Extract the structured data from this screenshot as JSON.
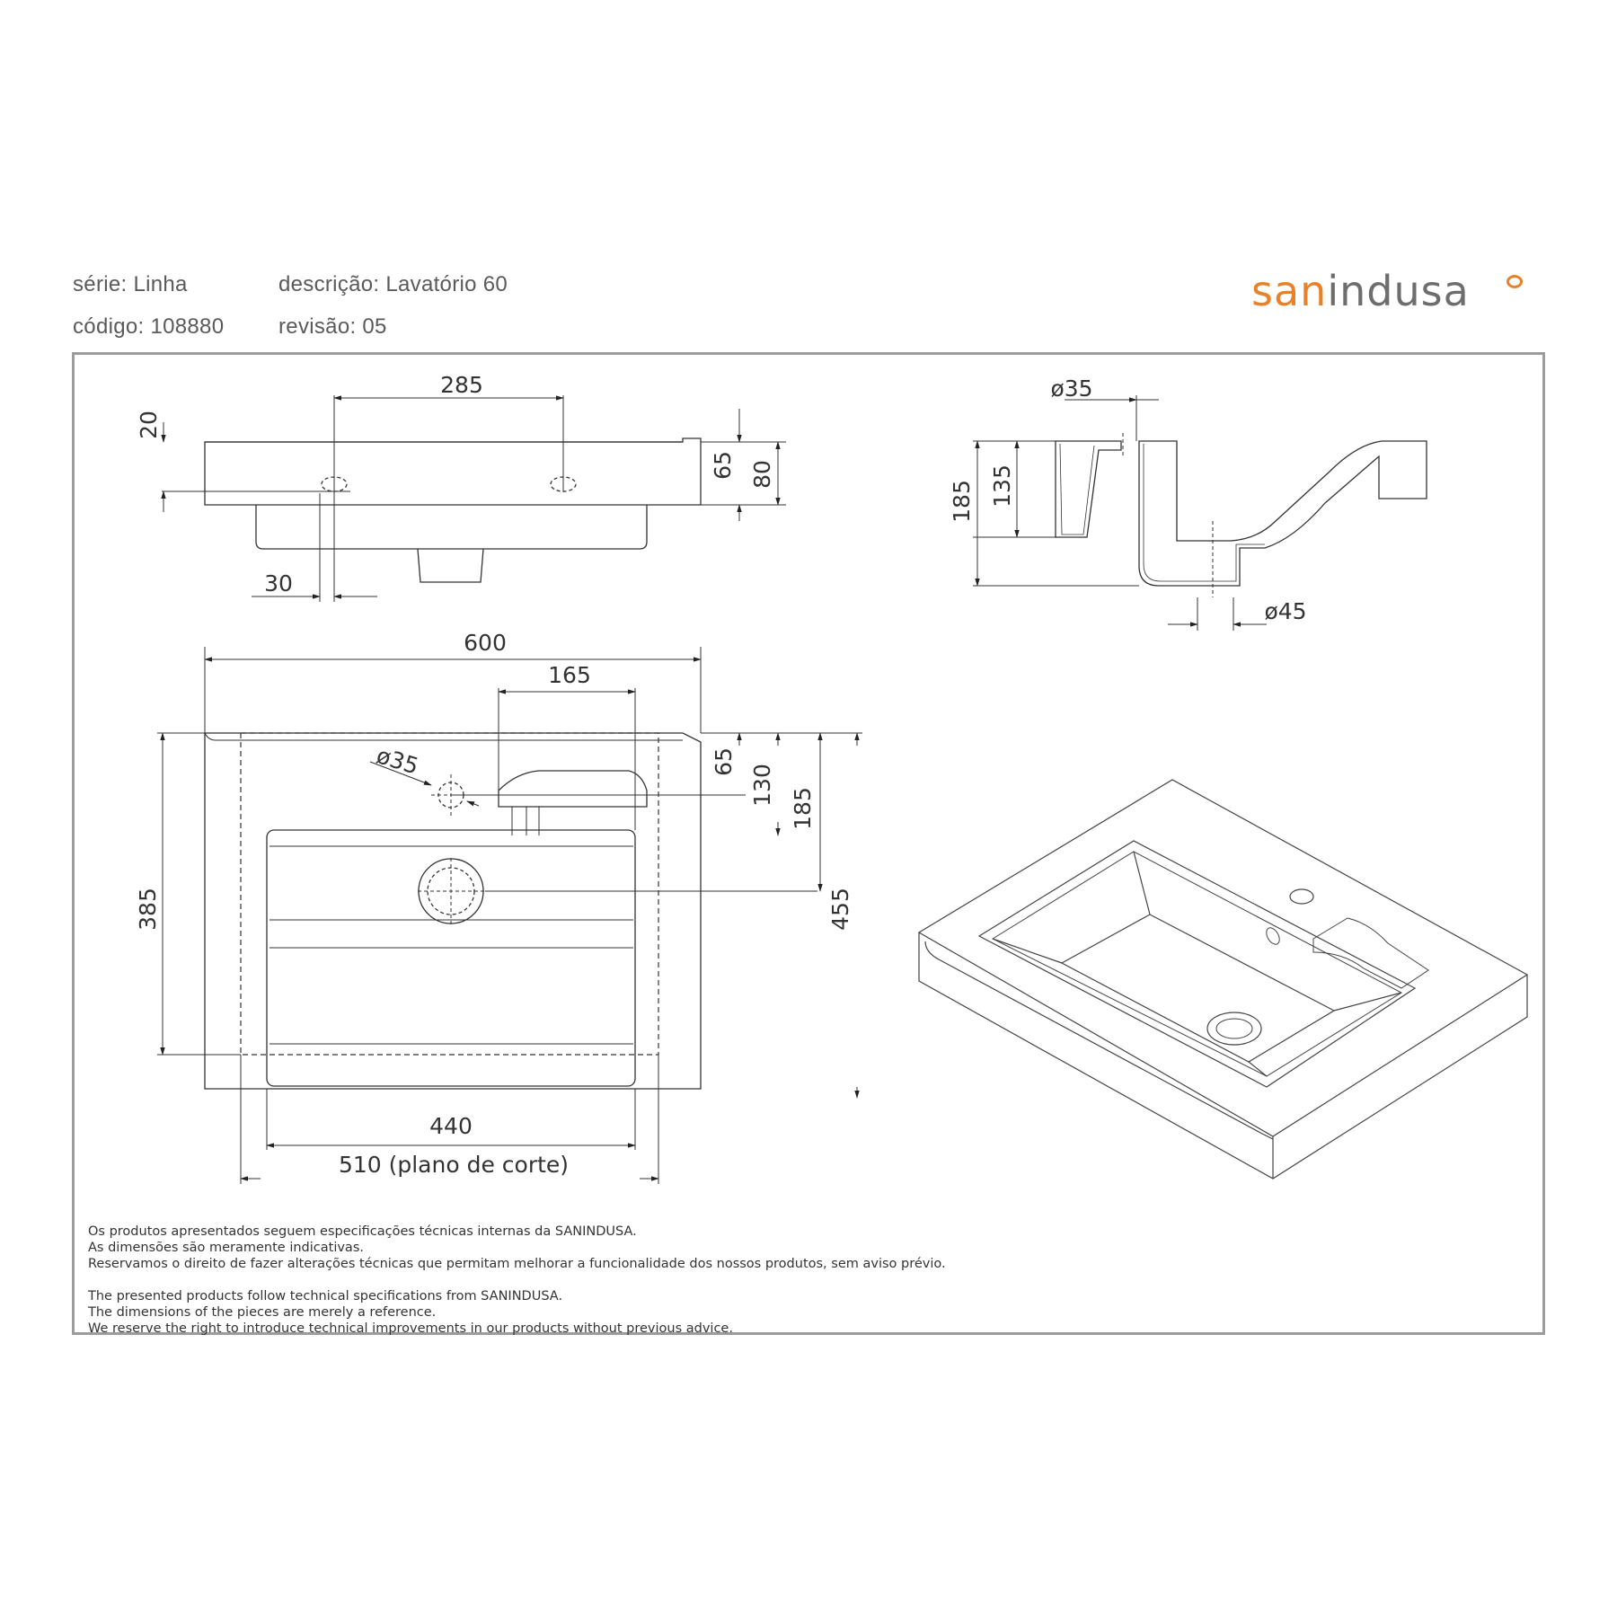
{
  "header": {
    "serie": "série: Linha",
    "descricao": "descrição: Lavatório 60",
    "codigo": "código: 108880",
    "revisao": "revisão: 05"
  },
  "logo": {
    "part1": "san",
    "part2": "indusa",
    "accent_color": "#e8822a",
    "text_color": "#6d6d6d"
  },
  "dimensions": {
    "top_view": {
      "d285": "285",
      "d20": "20",
      "d65": "65",
      "d80": "80",
      "d30": "30"
    },
    "section_view": {
      "d_phi35": "ø35",
      "d185": "185",
      "d135": "135",
      "d_phi45": "ø45"
    },
    "plan_view": {
      "d600": "600",
      "d165": "165",
      "d_phi35": "ø35",
      "d65": "65",
      "d130": "130",
      "d185": "185",
      "d385": "385",
      "d455": "455",
      "d440": "440",
      "d510": "510 (plano de corte)"
    }
  },
  "disclaimer_pt": [
    "Os produtos apresentados seguem especificações técnicas internas da SANINDUSA.",
    "As dimensões são meramente indicativas.",
    "Reservamos o direito de fazer alterações técnicas que permitam melhorar a funcionalidade dos nossos produtos, sem aviso prévio."
  ],
  "disclaimer_en": [
    "The presented products follow technical specifications from SANINDUSA.",
    "The dimensions of the pieces are merely a reference.",
    "We reserve the right to introduce technical improvements in our products without previous advice."
  ]
}
